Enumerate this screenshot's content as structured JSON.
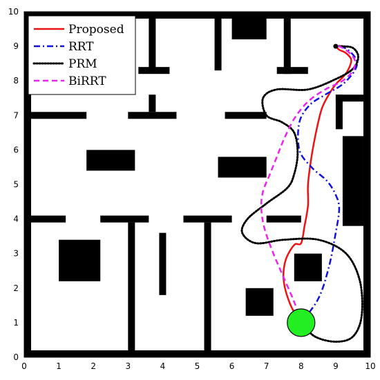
{
  "chart_data": {
    "type": "line",
    "title": "",
    "xlabel": "",
    "ylabel": "",
    "xlim": [
      0,
      10
    ],
    "ylim": [
      0,
      10
    ],
    "xticks": [
      0,
      1,
      2,
      3,
      4,
      5,
      6,
      7,
      8,
      9,
      10
    ],
    "yticks": [
      0,
      1,
      2,
      3,
      4,
      5,
      6,
      7,
      8,
      9,
      10
    ],
    "grid": false,
    "legend_position": "top-left",
    "start": {
      "x": 8.0,
      "y": 1.0,
      "radius": 0.4,
      "color": "#22ee22"
    },
    "goal": {
      "x": 9.0,
      "y": 9.0,
      "color": "#000000"
    },
    "obstacles": [
      {
        "x0": 0.0,
        "y0": 0.0,
        "x1": 10.0,
        "y1": 0.2
      },
      {
        "x0": 0.0,
        "y0": 9.8,
        "x1": 10.0,
        "y1": 10.0
      },
      {
        "x0": 0.0,
        "y0": 0.0,
        "x1": 0.2,
        "y1": 10.0
      },
      {
        "x0": 9.8,
        "y0": 0.0,
        "x1": 10.0,
        "y1": 10.0
      },
      {
        "x0": 6.0,
        "y0": 9.2,
        "x1": 7.0,
        "y1": 9.8
      },
      {
        "x0": 3.6,
        "y0": 8.3,
        "x1": 3.8,
        "y1": 9.8
      },
      {
        "x0": 3.3,
        "y0": 8.2,
        "x1": 4.2,
        "y1": 8.4
      },
      {
        "x0": 5.5,
        "y0": 8.3,
        "x1": 5.7,
        "y1": 9.8
      },
      {
        "x0": 7.5,
        "y0": 8.2,
        "x1": 7.7,
        "y1": 9.8
      },
      {
        "x0": 7.3,
        "y0": 8.2,
        "x1": 8.2,
        "y1": 8.4
      },
      {
        "x0": 0.2,
        "y0": 6.9,
        "x1": 1.8,
        "y1": 7.1
      },
      {
        "x0": 3.0,
        "y0": 6.9,
        "x1": 4.4,
        "y1": 7.1
      },
      {
        "x0": 3.6,
        "y0": 7.1,
        "x1": 3.8,
        "y1": 7.6
      },
      {
        "x0": 5.8,
        "y0": 6.9,
        "x1": 7.0,
        "y1": 7.1
      },
      {
        "x0": 9.0,
        "y0": 6.6,
        "x1": 9.2,
        "y1": 7.6
      },
      {
        "x0": 9.0,
        "y0": 7.4,
        "x1": 9.8,
        "y1": 7.6
      },
      {
        "x0": 9.2,
        "y0": 3.8,
        "x1": 9.8,
        "y1": 6.4
      },
      {
        "x0": 1.8,
        "y0": 5.4,
        "x1": 3.2,
        "y1": 6.0
      },
      {
        "x0": 5.6,
        "y0": 5.2,
        "x1": 7.0,
        "y1": 5.8
      },
      {
        "x0": 0.2,
        "y0": 3.9,
        "x1": 1.2,
        "y1": 4.1
      },
      {
        "x0": 2.2,
        "y0": 3.9,
        "x1": 3.6,
        "y1": 4.1
      },
      {
        "x0": 4.6,
        "y0": 3.9,
        "x1": 6.0,
        "y1": 4.1
      },
      {
        "x0": 7.0,
        "y0": 3.9,
        "x1": 8.0,
        "y1": 4.1
      },
      {
        "x0": 3.0,
        "y0": 0.2,
        "x1": 3.2,
        "y1": 3.9
      },
      {
        "x0": 5.2,
        "y0": 0.2,
        "x1": 5.4,
        "y1": 3.9
      },
      {
        "x0": 1.0,
        "y0": 2.2,
        "x1": 2.2,
        "y1": 3.4
      },
      {
        "x0": 3.9,
        "y0": 1.8,
        "x1": 4.1,
        "y1": 3.6
      },
      {
        "x0": 7.8,
        "y0": 2.2,
        "x1": 8.6,
        "y1": 3.0
      },
      {
        "x0": 6.4,
        "y0": 1.2,
        "x1": 7.2,
        "y1": 2.0
      }
    ],
    "series": [
      {
        "name": "Proposed",
        "color": "#ee1111",
        "dash": "solid",
        "x": [
          8.0,
          7.7,
          7.5,
          7.55,
          7.8,
          8.0,
          8.1,
          8.2,
          8.2,
          8.3,
          8.45,
          8.6,
          8.8,
          9.0,
          9.2,
          9.35,
          9.45,
          9.3,
          9.1,
          9.0
        ],
        "y": [
          1.0,
          1.5,
          2.2,
          2.8,
          3.25,
          3.3,
          3.8,
          4.4,
          5.0,
          5.8,
          6.6,
          7.2,
          7.6,
          7.9,
          8.1,
          8.3,
          8.6,
          8.8,
          8.9,
          9.0
        ]
      },
      {
        "name": "RRT",
        "color": "#1111dd",
        "dash": "dash-dot",
        "x": [
          8.0,
          8.5,
          8.8,
          9.0,
          9.1,
          9.0,
          8.75,
          8.3,
          7.95,
          7.95,
          8.25,
          8.7,
          9.2,
          9.55,
          9.6,
          9.35,
          9.1,
          9.0
        ],
        "y": [
          1.0,
          1.7,
          2.6,
          3.6,
          4.3,
          4.7,
          5.1,
          5.5,
          6.0,
          6.8,
          7.3,
          7.6,
          7.9,
          8.3,
          8.6,
          8.9,
          9.0,
          9.0
        ]
      },
      {
        "name": "PRM",
        "color": "#000000",
        "dash": "dotted",
        "x": [
          8.0,
          8.4,
          9.0,
          9.5,
          9.75,
          9.7,
          9.3,
          8.5,
          7.5,
          6.7,
          6.3,
          6.45,
          7.0,
          7.6,
          7.8,
          7.9,
          7.8,
          7.45,
          7.0,
          6.9,
          7.3,
          8.2,
          9.0,
          9.5,
          9.65,
          9.5,
          9.2,
          9.0
        ],
        "y": [
          1.0,
          0.6,
          0.45,
          0.6,
          1.2,
          2.2,
          3.0,
          3.4,
          3.4,
          3.3,
          3.6,
          4.0,
          4.45,
          4.9,
          5.3,
          5.9,
          6.5,
          6.8,
          7.0,
          7.5,
          7.75,
          7.75,
          8.05,
          8.35,
          8.7,
          8.95,
          9.0,
          9.0
        ]
      },
      {
        "name": "BiRRT",
        "color": "#ee22ee",
        "dash": "dashed",
        "x": [
          8.0,
          7.8,
          7.5,
          7.2,
          6.95,
          6.85,
          6.9,
          7.1,
          7.3,
          7.5,
          7.8,
          8.2,
          8.7,
          9.2,
          9.5,
          9.55,
          9.35,
          9.1,
          9.0
        ],
        "y": [
          1.0,
          1.6,
          2.3,
          3.0,
          3.7,
          4.3,
          4.8,
          5.3,
          5.8,
          6.3,
          6.9,
          7.4,
          7.75,
          8.0,
          8.3,
          8.6,
          8.85,
          9.0,
          9.0
        ]
      }
    ]
  }
}
